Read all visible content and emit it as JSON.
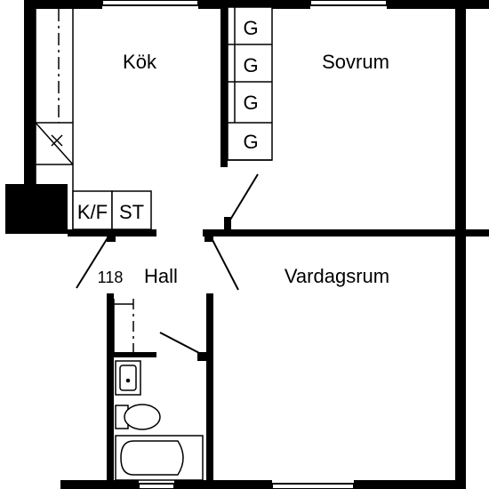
{
  "rooms": {
    "kitchen": "Kök",
    "bedroom": "Sovrum",
    "hall": "Hall",
    "living_room": "Vardagsrum"
  },
  "apartment_number": "118",
  "wardrobe_code": "G",
  "fridge_freezer_label": "K/F",
  "cabinet_label": "ST",
  "colors": {
    "wall": "#000000",
    "background": "#ffffff"
  }
}
